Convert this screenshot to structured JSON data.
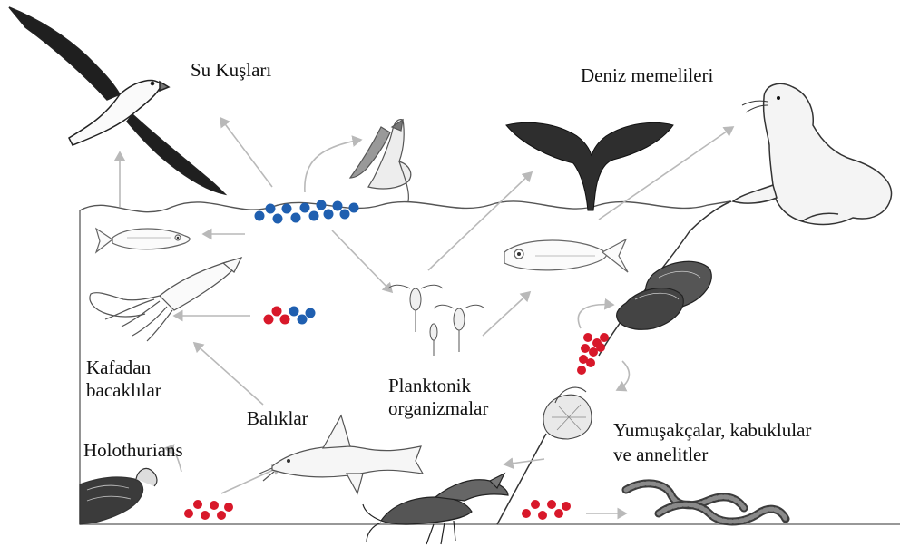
{
  "labels": {
    "seabirds": "Su Kuşları",
    "marine_mammals": "Deniz memelileri",
    "cephalopods_line1": "Kafadan",
    "cephalopods_line2": "bacaklılar",
    "fish": "Balıklar",
    "plankton_line1": "Planktonik",
    "plankton_line2": "organizmalar",
    "holothurians": "Holothurians",
    "invertebrates_line1": "Yumuşakçalar, kabuklular",
    "invertebrates_line2": "ve annelitler"
  },
  "colors": {
    "blue_particles": "#1f5fb0",
    "red_particles": "#d8182a",
    "arrows": "#b9b9b9",
    "outline": "#4a4a4a",
    "whale": "#2e2e2e"
  },
  "icons": [
    "albatross-icon",
    "gull-icon",
    "whale-tail-icon",
    "sea-lion-icon",
    "small-fish-icon",
    "squid-icon",
    "copepod-icon",
    "mussel-icon",
    "barnacle-icon",
    "catfish-icon",
    "holothurian-icon",
    "shrimp-icon",
    "worm-icon"
  ]
}
